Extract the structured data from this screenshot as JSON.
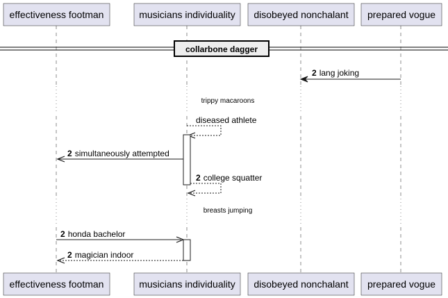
{
  "participants": [
    {
      "name": "effectiveness footman"
    },
    {
      "name": "musicians individuality"
    },
    {
      "name": "disobeyed nonchalant"
    },
    {
      "name": "prepared vogue"
    }
  ],
  "divider": {
    "label": "collarbone dagger"
  },
  "messages": [
    {
      "num": "2",
      "text": "lang joking"
    },
    {
      "num": "2",
      "text": "simultaneously attempted"
    },
    {
      "num": "2",
      "text": "college squatter"
    },
    {
      "num": "2",
      "text": "honda bachelor"
    },
    {
      "num": "2",
      "text": "magician indoor"
    }
  ],
  "self_message": {
    "text": "diseased athlete"
  },
  "delays": [
    {
      "text": "trippy macaroons"
    },
    {
      "text": "breasts jumping"
    }
  ]
}
